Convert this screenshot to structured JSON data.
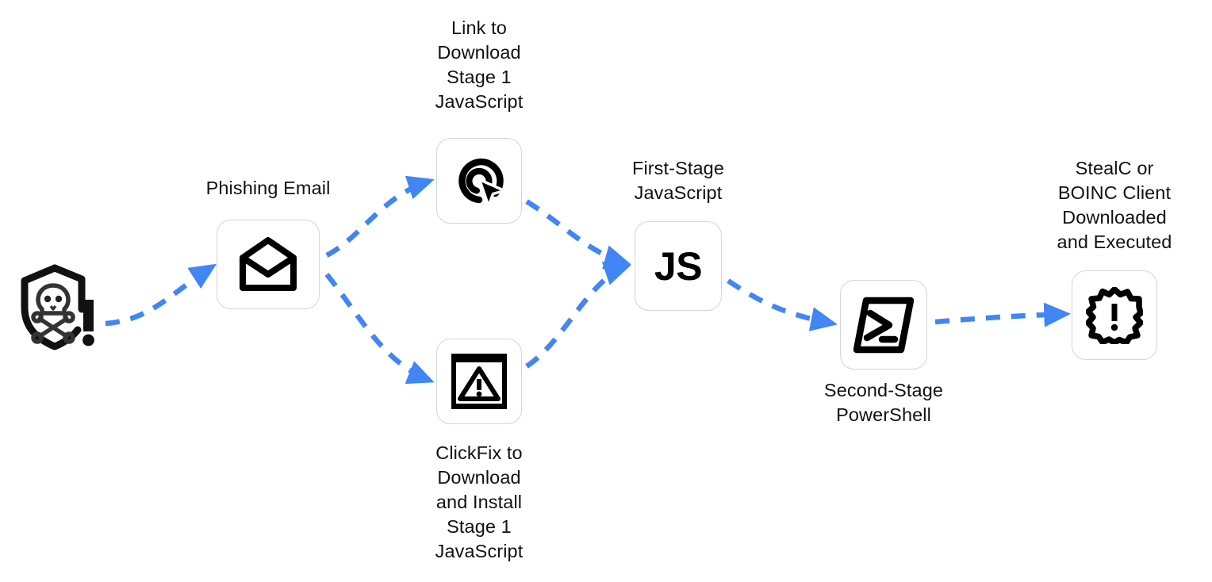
{
  "diagram": {
    "title": "Phishing attack chain delivering StealC or BOINC Client",
    "type": "flow",
    "background_color": "#ffffff",
    "edge_color": "#4285f4",
    "card_border_color": "#d5d5d5",
    "card_fill_color": "#ffffff",
    "icon_color": "#000000",
    "nodes": [
      {
        "id": "threat-actor",
        "icon": "shield-skull-crossbones-exclamation-icon",
        "label": "",
        "has_card": false
      },
      {
        "id": "phishing-email",
        "icon": "open-envelope-icon",
        "label": "Phishing Email",
        "has_card": true
      },
      {
        "id": "link-download",
        "icon": "click-target-cursor-icon",
        "label": "Link to\nDownload\nStage 1\nJavaScript",
        "has_card": true
      },
      {
        "id": "clickfix",
        "icon": "warning-triangle-dialog-icon",
        "label": "ClickFix to\nDownload\nand Install\nStage 1\nJavaScript",
        "has_card": true
      },
      {
        "id": "first-stage-js",
        "icon": "js-text-icon",
        "icon_text": "JS",
        "label": "First-Stage\nJavaScript",
        "has_card": true
      },
      {
        "id": "second-stage-powershell",
        "icon": "powershell-prompt-icon",
        "label": "Second-Stage\nPowerShell",
        "has_card": true
      },
      {
        "id": "payload-executed",
        "icon": "starburst-exclamation-icon",
        "label": "StealC or\nBOINC Client\nDownloaded\nand Executed",
        "has_card": true
      }
    ],
    "edges": [
      {
        "id": "edge-actor-to-email",
        "from": "threat-actor",
        "to": "phishing-email",
        "style": "dashed",
        "arrow": "end"
      },
      {
        "id": "edge-email-to-link",
        "from": "phishing-email",
        "to": "link-download",
        "style": "dashed",
        "arrow": "end"
      },
      {
        "id": "edge-email-to-clickfix",
        "from": "phishing-email",
        "to": "clickfix",
        "style": "dashed",
        "arrow": "end"
      },
      {
        "id": "edge-link-to-js",
        "from": "link-download",
        "to": "first-stage-js",
        "style": "dashed",
        "arrow": "end"
      },
      {
        "id": "edge-clickfix-to-js",
        "from": "clickfix",
        "to": "first-stage-js",
        "style": "dashed",
        "arrow": "end"
      },
      {
        "id": "edge-js-to-powershell",
        "from": "first-stage-js",
        "to": "second-stage-powershell",
        "style": "dashed",
        "arrow": "end"
      },
      {
        "id": "edge-powershell-to-payload",
        "from": "second-stage-powershell",
        "to": "payload-executed",
        "style": "dashed",
        "arrow": "end"
      }
    ]
  }
}
